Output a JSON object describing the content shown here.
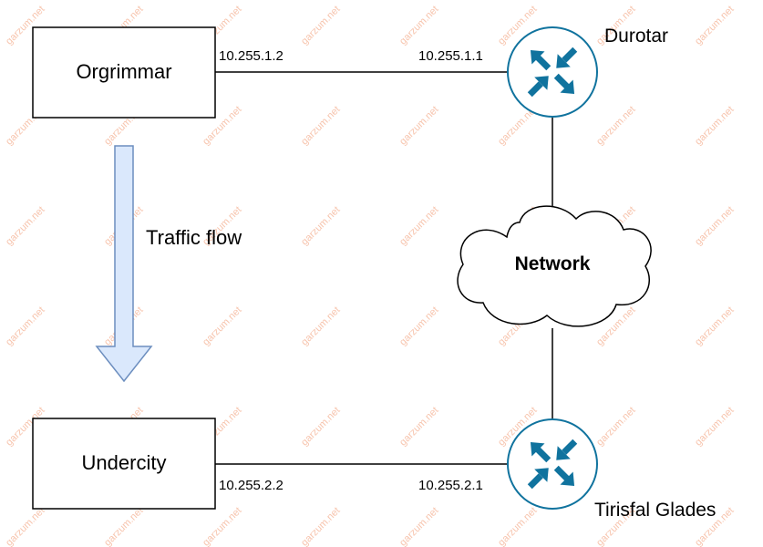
{
  "colors": {
    "line": "#000000",
    "router_fill": "#ffffff",
    "router_stroke": "#10739e",
    "router_arrow": "#10739e",
    "arrow_fill": "#dae8fc",
    "arrow_stroke": "#6c8ebf",
    "watermark": "#f7c4ad"
  },
  "hosts": {
    "top": {
      "label": "Orgrimmar"
    },
    "bottom": {
      "label": "Undercity"
    }
  },
  "routers": {
    "top": {
      "label": "Durotar",
      "icon": "router-icon"
    },
    "bottom": {
      "label": "Tirisfal Glades",
      "icon": "router-icon"
    }
  },
  "links": {
    "top": {
      "host_ip": "10.255.1.2",
      "router_ip": "10.255.1.1"
    },
    "bottom": {
      "host_ip": "10.255.2.2",
      "router_ip": "10.255.2.1"
    }
  },
  "cloud": {
    "label": "Network"
  },
  "traffic": {
    "label": "Traffic flow"
  },
  "watermark": {
    "text": "garzum.net"
  }
}
